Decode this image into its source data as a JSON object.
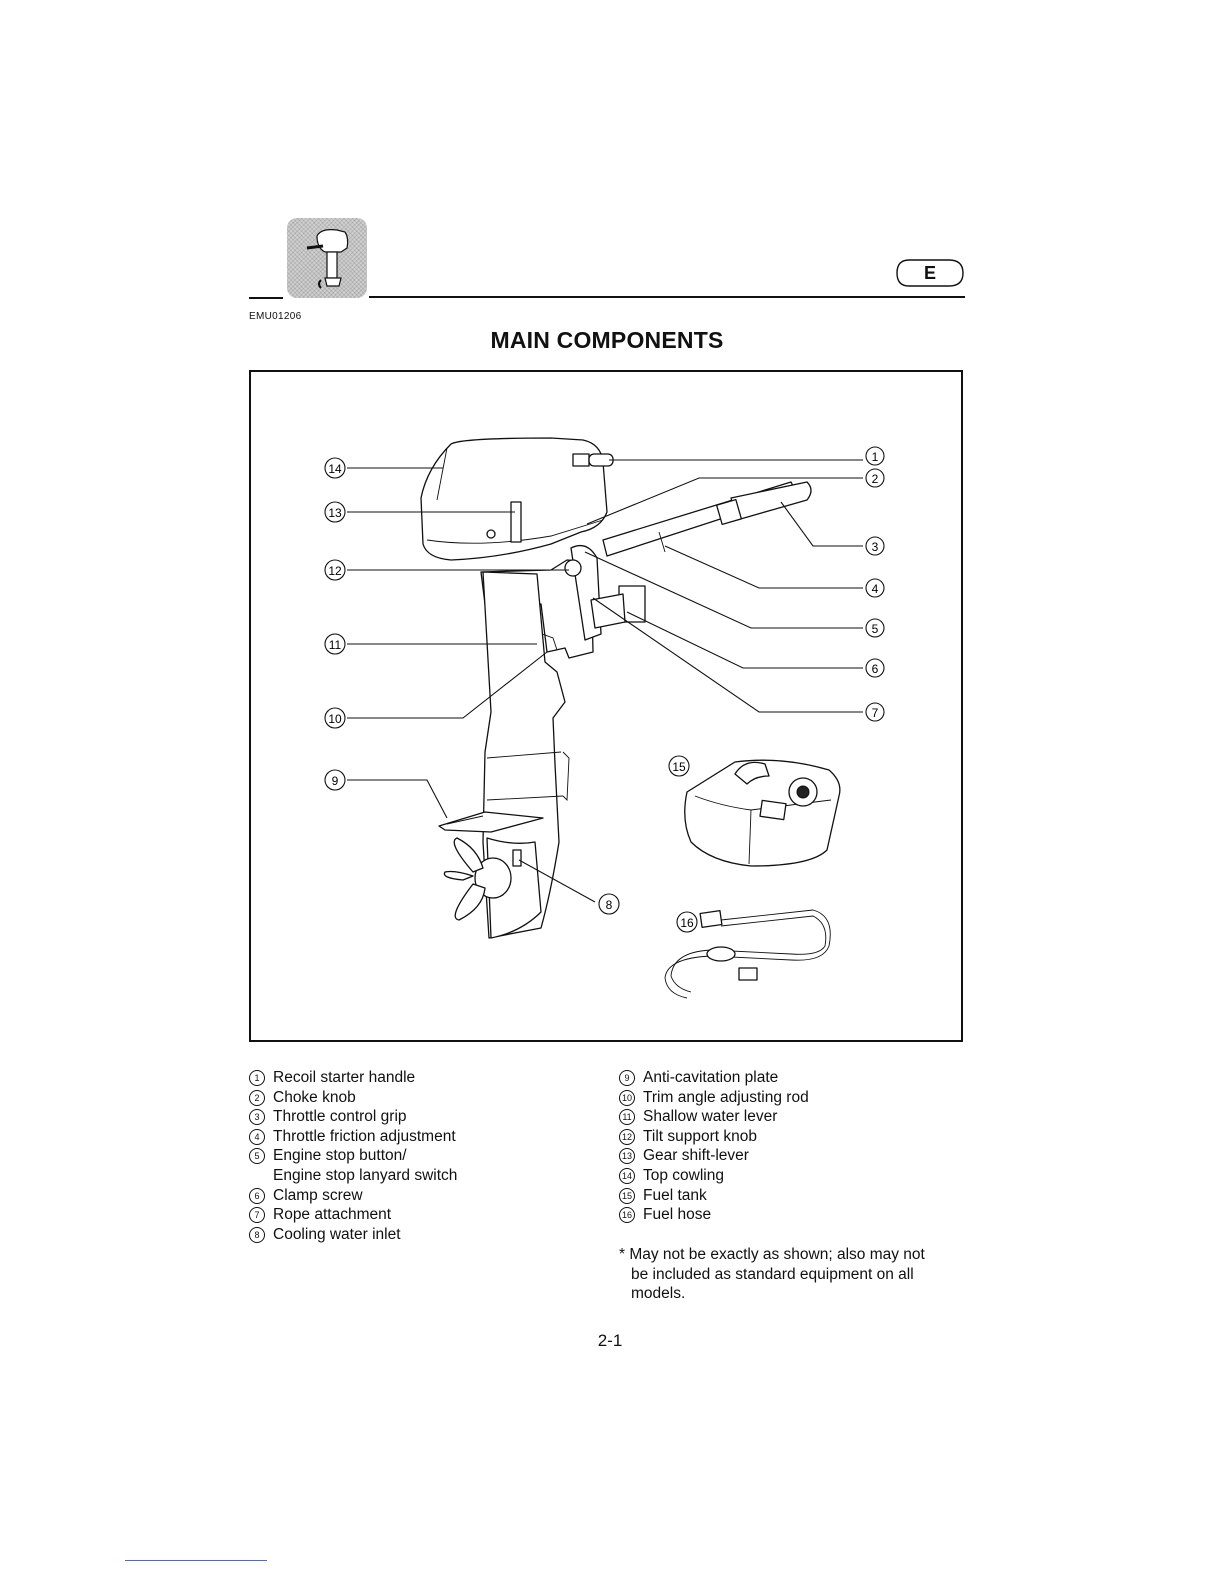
{
  "header": {
    "language_badge": "E",
    "doc_code": "EMU01206",
    "icon": "outboard-motor-icon"
  },
  "title": "MAIN COMPONENTS",
  "figure": {
    "callouts": [
      "1",
      "2",
      "3",
      "4",
      "5",
      "6",
      "7",
      "8",
      "9",
      "10",
      "11",
      "12",
      "13",
      "14",
      "15",
      "16"
    ]
  },
  "legend": {
    "left": [
      {
        "num": "1",
        "label": "Recoil starter handle"
      },
      {
        "num": "2",
        "label": "Choke knob"
      },
      {
        "num": "3",
        "label": "Throttle control grip"
      },
      {
        "num": "4",
        "label": "Throttle friction adjustment"
      },
      {
        "num": "5",
        "label": "Engine stop button/",
        "cont": "Engine stop lanyard switch"
      },
      {
        "num": "6",
        "label": "Clamp screw"
      },
      {
        "num": "7",
        "label": "Rope attachment"
      },
      {
        "num": "8",
        "label": "Cooling water inlet"
      }
    ],
    "right": [
      {
        "num": "9",
        "label": "Anti-cavitation plate"
      },
      {
        "num": "10",
        "label": "Trim angle adjusting rod"
      },
      {
        "num": "11",
        "label": "Shallow water lever"
      },
      {
        "num": "12",
        "label": "Tilt support knob"
      },
      {
        "num": "13",
        "label": "Gear shift-lever"
      },
      {
        "num": "14",
        "label": "Top cowling"
      },
      {
        "num": "15",
        "label": "Fuel tank"
      },
      {
        "num": "16",
        "label": "Fuel hose"
      }
    ]
  },
  "footnote": {
    "lines": [
      "* May not be exactly as shown; also may not",
      "be included as standard equipment on all",
      "models."
    ]
  },
  "page_number": "2-1"
}
